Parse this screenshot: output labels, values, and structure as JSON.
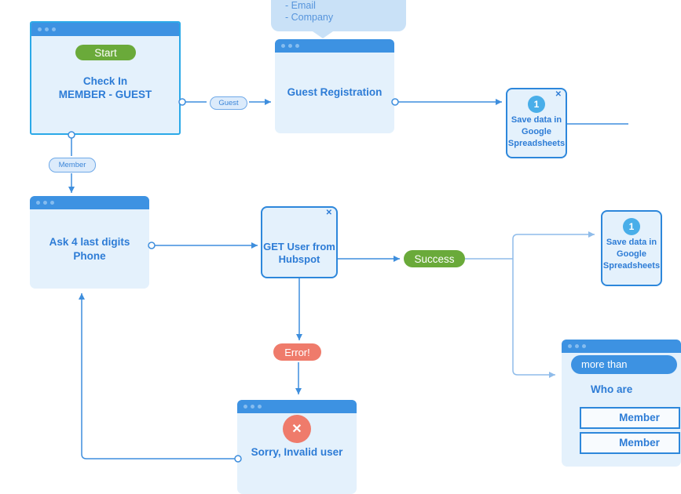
{
  "colors": {
    "titlebar_blue": "#3D92E2",
    "node_body": "#E4F1FC",
    "node_text": "#2D7CD6",
    "card_border": "#2D87DB",
    "selected_border": "#2BA9E8",
    "connector": "#3E8EDD",
    "connector_light": "#8FBCEA",
    "success_green": "#6AAA3A",
    "error_red": "#EF7B6B",
    "badge_blue": "#49AEE9",
    "tooltip_bg": "#C9E1F7"
  },
  "tooltip": {
    "line1": "- Email",
    "line2": "- Company"
  },
  "check_in": {
    "start_label": "Start",
    "title_line1": "Check In",
    "title_line2": "MEMBER - GUEST"
  },
  "guest_registration": {
    "title": "Guest Registration"
  },
  "save_sheets_1": {
    "badge": "1",
    "close_icon": "✕",
    "line1": "Save data in",
    "line2": "Google",
    "line3": "Spreadsheets"
  },
  "save_sheets_2": {
    "badge": "1",
    "line1": "Save data in",
    "line2": "Google",
    "line3": "Spreadsheets"
  },
  "ask_phone": {
    "title_line1": "Ask 4 last digits",
    "title_line2": "Phone"
  },
  "get_user": {
    "close_icon": "✕",
    "title_line1": "GET User from",
    "title_line2": "Hubspot"
  },
  "sorry_invalid": {
    "error_icon": "✕",
    "title": "Sorry, Invalid user"
  },
  "who_are": {
    "pill_label": "more than",
    "question": "Who are",
    "option1": "Member",
    "option2": "Member"
  },
  "edge_labels": {
    "guest": "Guest",
    "member": "Member",
    "success": "Success",
    "error": "Error!"
  }
}
